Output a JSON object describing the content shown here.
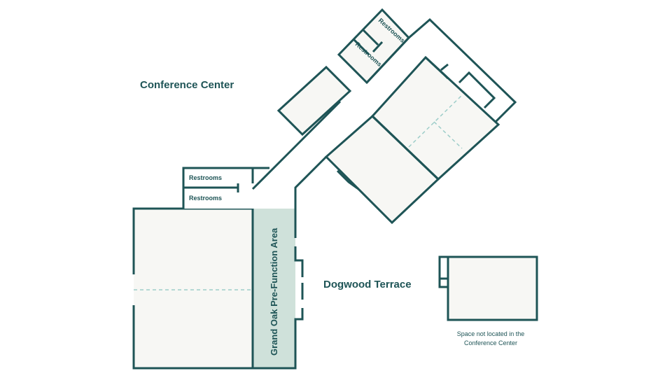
{
  "labels": {
    "conference_center": "Conference Center",
    "dogwood_terrace": "Dogwood Terrace",
    "prefunction": "Grand Oak Pre-Function Area",
    "restrooms_1": "Restrooms",
    "restrooms_2": "Restrooms",
    "restrooms_3": "Restrooms",
    "restrooms_4": "Restrooms",
    "note_line_1": "Space not located in the",
    "note_line_2": "Conference Center"
  },
  "colors": {
    "wall": "#1e5456",
    "floor": "#f7f7f4",
    "prefunction_fill": "#cfe1da",
    "divider_dash": "#9ecdc9",
    "text": "#1e5456"
  }
}
